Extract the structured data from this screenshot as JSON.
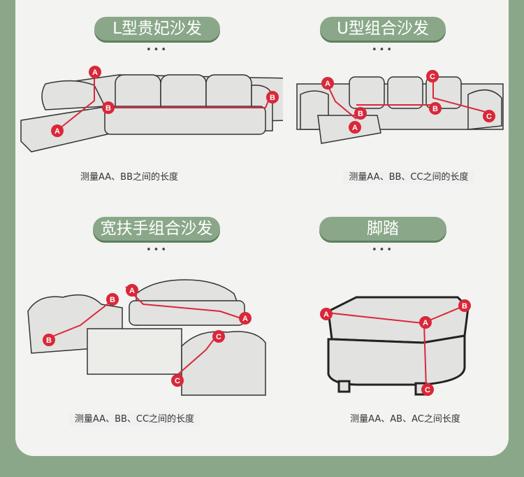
{
  "sections": [
    {
      "title": "L型贵妃沙发",
      "caption": "测量AA、BB之间的长度"
    },
    {
      "title": "U型组合沙发",
      "caption": "测量AA、BB、CC之间的长度"
    },
    {
      "title": "宽扶手组合沙发",
      "caption": "测量AA、BB、CC之间的长度"
    },
    {
      "title": "脚踏",
      "caption": "测量AA、AB、AC之间长度"
    }
  ],
  "markers": {
    "a": "A",
    "b": "B",
    "c": "C"
  },
  "dots": "•••",
  "colors": {
    "frame": "#8aa889",
    "panel": "#f3f3f1",
    "marker": "#d8283a"
  }
}
